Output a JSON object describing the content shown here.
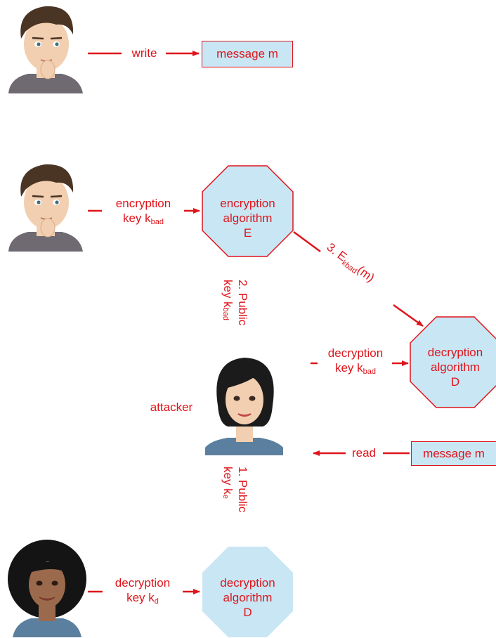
{
  "colors": {
    "accent": "#e0141b",
    "shape_fill": "#c9e6f4",
    "skin": "#f2cfb0",
    "man_hair": "#4a3424",
    "woman_hair": "#1b1b1b"
  },
  "top": {
    "arrow_label": "write",
    "message_box": "message m"
  },
  "encrypt": {
    "key_label_line1": "encryption",
    "key_label_line2": "key k",
    "key_sub": "bad",
    "algo_line1": "encryption",
    "algo_line2": "algorithm",
    "algo_line3": "E"
  },
  "transmission": {
    "prefix": "3. E",
    "sub": "kbad",
    "suffix": "(m)"
  },
  "attacker": {
    "label": "attacker",
    "key_label_line1": "decryption",
    "key_label_line2": "key k",
    "key_sub": "bad",
    "algo_line1": "decryption",
    "algo_line2": "algorithm",
    "algo_line3": "D",
    "read_label": "read",
    "message_box": "message m"
  },
  "public_key_2": {
    "line1": "2. Public",
    "line2": "key k",
    "sub": "bad"
  },
  "public_key_1": {
    "line1": "1. Public",
    "line2": "key k",
    "sub": "e"
  },
  "bottom": {
    "key_label_line1": "decryption",
    "key_label_line2": "key k",
    "key_sub": "d",
    "algo_line1": "decryption",
    "algo_line2": "algorithm",
    "algo_line3": "D"
  },
  "icons": [
    "man-avatar-icon",
    "woman-attacker-avatar-icon",
    "woman-receiver-avatar-icon"
  ]
}
